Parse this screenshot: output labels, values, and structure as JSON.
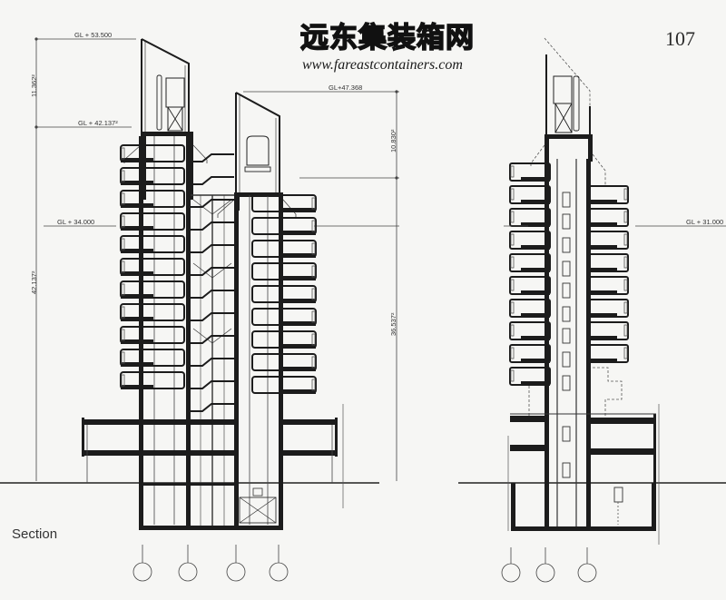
{
  "watermark": {
    "chinese_title": "远东集装箱网",
    "url": "www.fareastcontainers.com"
  },
  "page_number": "107",
  "caption": "Section",
  "left_section": {
    "levels": [
      {
        "label": "GL + 53.500"
      },
      {
        "label": "GL + 42.137²"
      },
      {
        "label": "GL + 34.000"
      },
      {
        "label": "GL+47.368"
      }
    ],
    "vertical_dimensions": [
      {
        "label": "11.362²"
      },
      {
        "label": "42.137²"
      },
      {
        "label": "10.830²"
      },
      {
        "label": "36.537²"
      }
    ],
    "grid_axes_count": 4
  },
  "right_section": {
    "levels": [
      {
        "label": "GL + 31.000"
      }
    ],
    "grid_axes_count": 3
  },
  "colors": {
    "paper": "#f6f6f4",
    "ink": "#1c1c1c",
    "line": "#3a3a3a"
  }
}
